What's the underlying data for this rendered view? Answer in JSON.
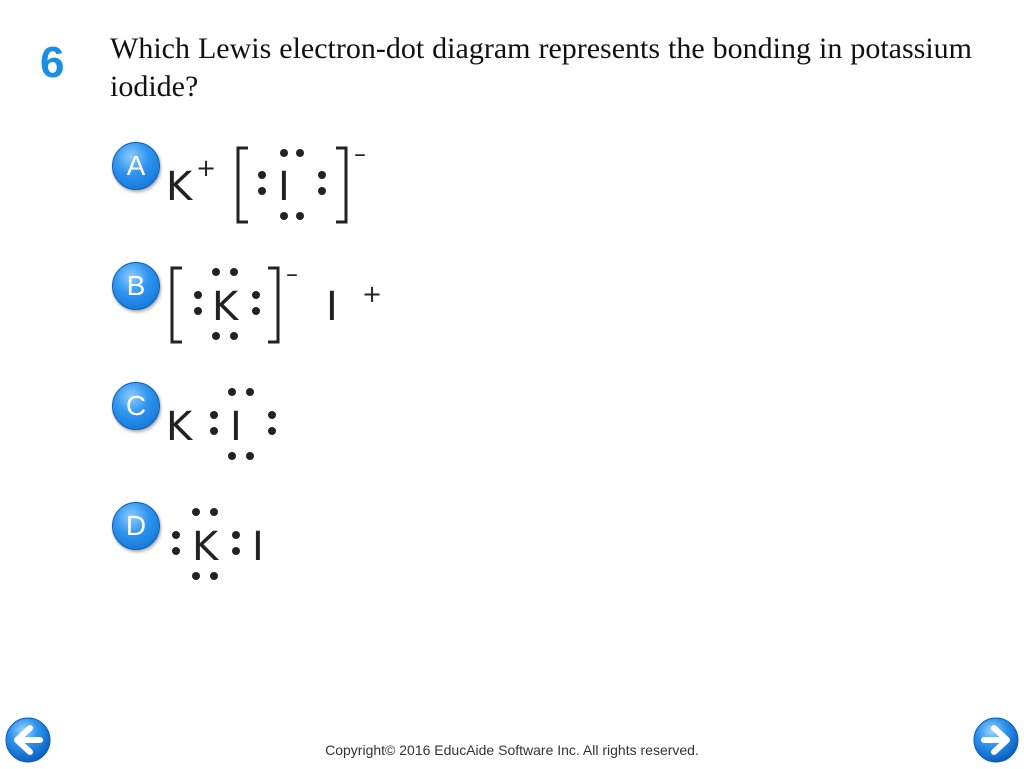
{
  "question": {
    "number": "6",
    "text": "Which Lewis electron-dot diagram represents the bonding in potassium iodide?"
  },
  "choices": [
    {
      "letter": "A",
      "content": "K+ [:I:]- (iodide ion with 8 dots in brackets)"
    },
    {
      "letter": "B",
      "content": "[:K:]- I+ (potassium with 8 dots in brackets)"
    },
    {
      "letter": "C",
      "content": "K:I with 8 dots around I"
    },
    {
      "letter": "D",
      "content": "K with 8 dots next to I"
    }
  ],
  "symbols": {
    "potassium": "K",
    "iodine": "I",
    "plus": "+",
    "minus": "–"
  },
  "footer": {
    "copyright": "Copyright© 2016 EducAide Software Inc. All rights reserved."
  },
  "icons": {
    "back": "arrow-left-circle",
    "forward": "arrow-right-circle"
  },
  "colors": {
    "accent": "#1b8fe6",
    "badge": "#2f95ef"
  }
}
